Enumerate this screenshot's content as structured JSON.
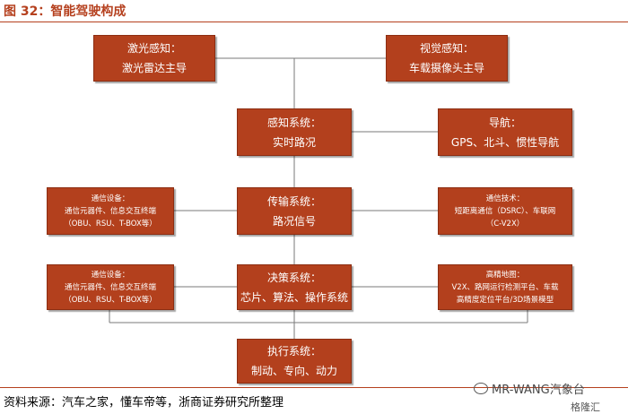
{
  "header": {
    "title": "图 32：智能驾驶构成"
  },
  "diagram": {
    "lidar": {
      "line1": "激光感知：",
      "line2": "激光雷达主导"
    },
    "vision": {
      "line1": "视觉感知：",
      "line2": "车载摄像头主导"
    },
    "perception": {
      "line1": "感知系统：",
      "line2": "实时路况"
    },
    "navigation": {
      "line1": "导航：",
      "line2": "GPS、北斗、惯性导航"
    },
    "comm_left_1": {
      "line1": "通信设备：",
      "line2": "通信元器件、信息交互终端",
      "line3": "（OBU、RSU、T-BOX等）"
    },
    "transmission": {
      "line1": "传输系统：",
      "line2": "路况信号"
    },
    "comm_tech": {
      "line1": "通信技术：",
      "line2": "短距离通信（DSRC）、车联网",
      "line3": "（C-V2X）"
    },
    "comm_left_2": {
      "line1": "通信设备：",
      "line2": "通信元器件、信息交互终端",
      "line3": "（OBU、RSU、T-BOX等）"
    },
    "decision": {
      "line1": "决策系统：",
      "line2": "芯片、算法、操作系统"
    },
    "hd_map": {
      "line1": "高精地图：",
      "line2": "V2X、路网运行检测平台、车载",
      "line3": "高精度定位平台/3D场景模型"
    },
    "execution": {
      "line1": "执行系统：",
      "line2": "制动、专向、动力"
    }
  },
  "footer": {
    "source": "资料来源：汽车之家，懂车帝等，浙商证券研究所整理",
    "watermark": "MR-WANG汽象台",
    "watermark2": "格隆汇"
  },
  "colors": {
    "box_fill": "#b3401d",
    "accent": "#b5401e"
  }
}
